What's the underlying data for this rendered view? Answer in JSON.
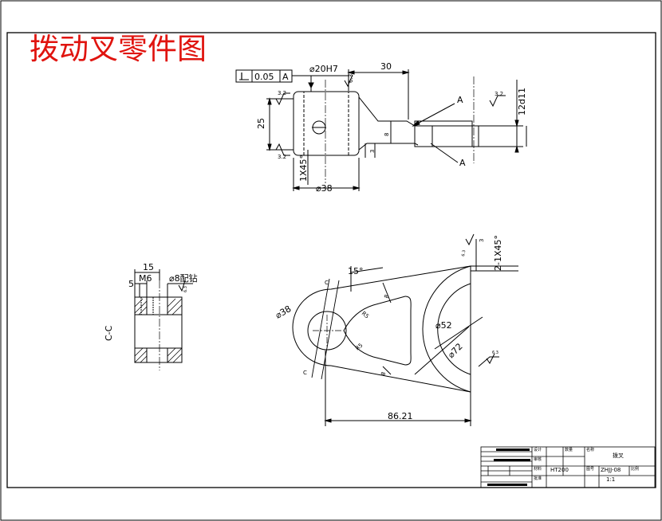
{
  "title": "拨动叉零件图",
  "front_view": {
    "tolerance_value": "0.05",
    "datum_ref": "A",
    "bore_dim": "⌀20H7",
    "length_30": "30",
    "roughness_top": "6.3",
    "roughness_left": "3.2",
    "roughness_left_bottom": "3.2",
    "roughness_right": "3.2",
    "height_25": "25",
    "dim_8": "8",
    "dim_3": "3",
    "chamfer": "1X45°",
    "dia_38": "⌀38",
    "section_a_top": "A",
    "section_a_bottom": "A",
    "dim_12d11": "12d11"
  },
  "section_view": {
    "label": "C-C",
    "dim_15": "15",
    "dim_5": "5",
    "thread": "M6",
    "pin_hole": "⌀8配钻",
    "roughness": "6.3"
  },
  "top_view": {
    "angle": "15°",
    "cut_c_top": "C",
    "cut_c_bottom": "C",
    "dia_38": "⌀38",
    "r5_top": "R5",
    "r5_bottom": "R5",
    "rib_top": "8",
    "rib_bottom": "8",
    "dia_52": "⌀52",
    "dia_72": "⌀72",
    "dim_3": "3",
    "chamfer": "2-1X45°",
    "roughness_top": "6.3",
    "roughness_right": "6.3",
    "width": "86.21"
  },
  "title_block": {
    "material": "HT200",
    "part_name": "拨叉",
    "drawing_no": "ZHJJ-08",
    "scale": "1:1",
    "cell_design": "设计",
    "cell_check": "审核",
    "cell_approve": "批准",
    "cell_material": "材料",
    "cell_count": "数量",
    "cell_name": "名称",
    "cell_no": "图号",
    "cell_scale": "比例"
  }
}
